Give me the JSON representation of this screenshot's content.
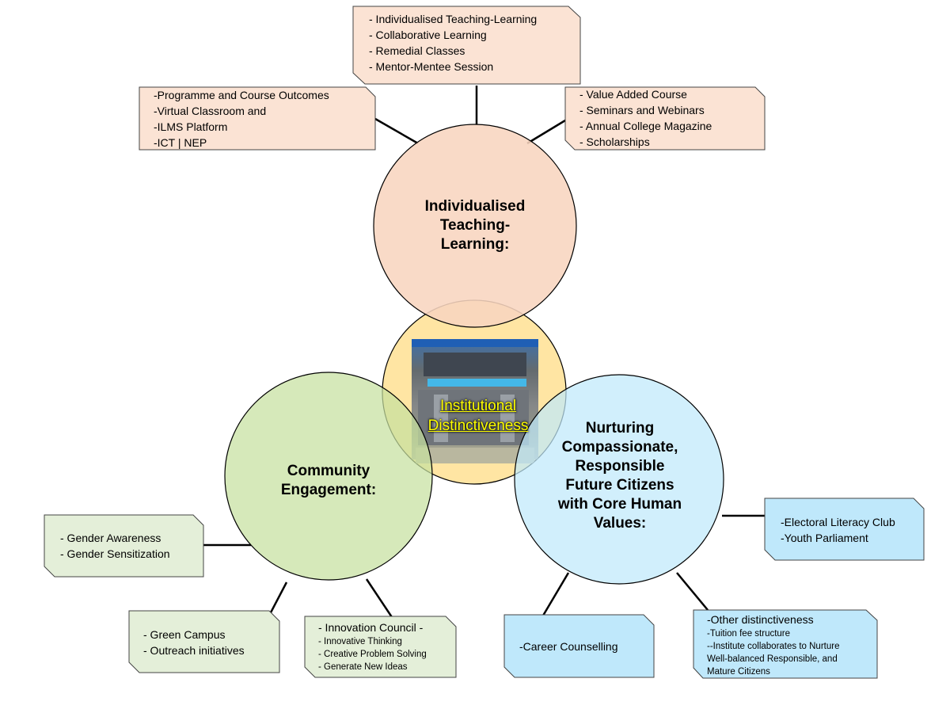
{
  "center": {
    "label_line1": "Institutional",
    "label_line2": "Distinctiveness"
  },
  "circles": {
    "teaching": {
      "title_line1": "Individualised",
      "title_line2": "Teaching-",
      "title_line3": "Learning:"
    },
    "community": {
      "title_line1": "Community",
      "title_line2": "Engagement:"
    },
    "nurturing": {
      "title_line1": "Nurturing",
      "title_line2": "Compassionate,",
      "title_line3": "Responsible",
      "title_line4": "Future Citizens",
      "title_line5": "with Core Human",
      "title_line6": "Values:"
    }
  },
  "boxes": {
    "top": {
      "items": [
        "- Individualised Teaching-Learning",
        "- Collaborative Learning",
        "- Remedial Classes",
        "- Mentor-Mentee Session"
      ]
    },
    "top_left": {
      "items": [
        "-Programme and Course Outcomes",
        "-Virtual Classroom and",
        "-ILMS Platform",
        "-ICT  |  NEP"
      ]
    },
    "top_right": {
      "items": [
        "- Value Added Course",
        "- Seminars and Webinars",
        "- Annual College Magazine",
        "- Scholarships"
      ]
    },
    "gender": {
      "items": [
        "- Gender Awareness",
        "- Gender Sensitization"
      ]
    },
    "green": {
      "items": [
        "- Green Campus",
        "- Outreach initiatives"
      ]
    },
    "innovation": {
      "heading": "- Innovation Council -",
      "items": [
        "- Innovative Thinking",
        "- Creative Problem Solving",
        "- Generate  New Ideas"
      ]
    },
    "career": {
      "label": "-Career Counselling"
    },
    "other": {
      "heading": "-Other distinctiveness",
      "items": [
        "-Tuition fee structure",
        "--Institute collaborates to Nurture",
        "Well-balanced Responsible, and",
        "Mature Citizens"
      ]
    },
    "electoral": {
      "items": [
        "-Electoral Literacy Club",
        "-Youth Parliament"
      ]
    }
  },
  "colors": {
    "peach": "#f8d5bf",
    "peach_box": "#fbe3d4",
    "green": "#c6e1a0",
    "green_box": "#e4efd9",
    "blue": "#bfe9fb",
    "blue_box": "#bfe8fb",
    "center_yellow": "#ffe5a3",
    "label_yellow": "#ffff00"
  }
}
